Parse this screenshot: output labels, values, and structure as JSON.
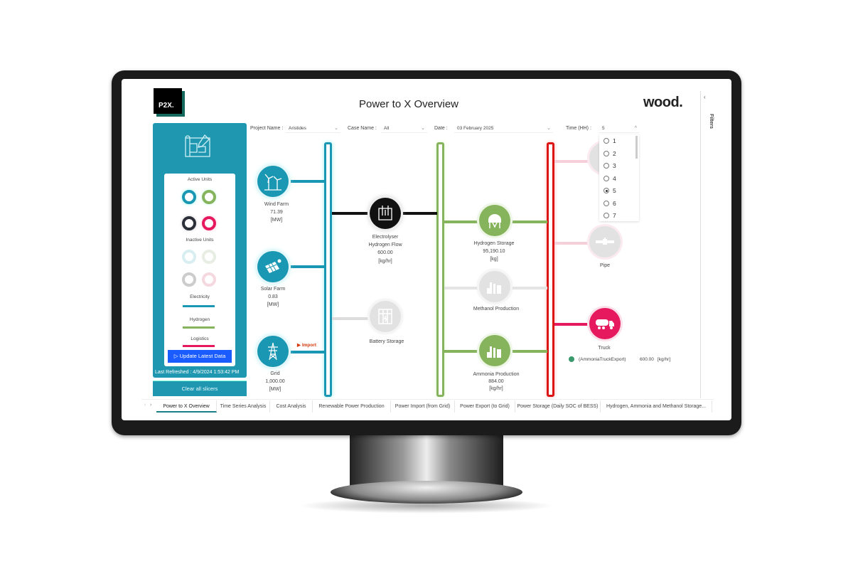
{
  "header": {
    "logo": "P2X.",
    "title": "Power to X Overview",
    "brand": "wood.",
    "filters_label": "Filters"
  },
  "slicers": {
    "project": {
      "label": "Project Name :",
      "value": "Aristides"
    },
    "case": {
      "label": "Case Name :",
      "value": "All"
    },
    "date": {
      "label": "Date :",
      "value": "03 February 2025"
    },
    "time": {
      "label": "Time (HH) :",
      "value": "5",
      "options": [
        "1",
        "2",
        "3",
        "4",
        "5",
        "6",
        "7"
      ],
      "selected": "5"
    }
  },
  "legend": {
    "active_units": "Active Units",
    "inactive_units": "Inactive Units",
    "electricity": "Electricity",
    "hydrogen": "Hydrogen",
    "logistics": "Logistics",
    "update_button": "Update Latest Data",
    "last_refreshed": "Last Refreshed : 4/9/2024 1:53:42 PM",
    "clear_slicers": "Clear all slicers"
  },
  "colors": {
    "electricity": "#1a97b3",
    "hydrogen": "#86b45c",
    "logistics": "#e6195f",
    "bus_red": "#dd1414",
    "panel": "#1f97b0",
    "button": "#1a5cff"
  },
  "nodes": {
    "wind": {
      "name": "Wind Farm",
      "value": "71.39",
      "unit": "[MW]"
    },
    "solar": {
      "name": "Solar Farm",
      "value": "0.83",
      "unit": "[MW]"
    },
    "grid": {
      "name": "Grid",
      "value": "1,000.00",
      "unit": "[MW]",
      "flow": "Import"
    },
    "electrolyser": {
      "name": "Electrolyser",
      "sub": "Hydrogen Flow",
      "value": "600.00",
      "unit": "[kg/hr]"
    },
    "battery": {
      "name": "Battery Storage"
    },
    "h2storage": {
      "name": "Hydrogen Storage",
      "value": "95,190.10",
      "unit": "[kg]"
    },
    "methanol": {
      "name": "Methanol Production"
    },
    "ammonia": {
      "name": "Ammonia Production",
      "value": "884.00",
      "unit": "[kg/hr]"
    },
    "pipe": {
      "name": "Pipe"
    },
    "truck": {
      "name": "Truck",
      "export_label": "(AmmoniaTruckExport)",
      "export_value": "600.00",
      "export_unit": "[kg/hr]"
    }
  },
  "tabs": [
    "Power to X Overview",
    "Time Series Analysis",
    "Cost Analysis",
    "Renewable Power Production",
    "Power Import (from Grid)",
    "Power Export (to Grid)",
    "Power Storage (Daily SOC of BESS)",
    "Hydrogen, Ammonia and Methanol Storage..."
  ],
  "active_tab": "Power to X Overview"
}
